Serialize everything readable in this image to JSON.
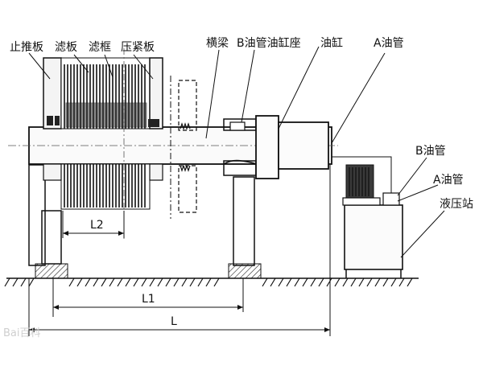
{
  "labels": {
    "stop_plate": "止推板",
    "filter_plate": "滤板",
    "filter_frame": "滤框",
    "press_plate": "压紧板",
    "crossbeam": "横梁",
    "b_pipe_cylinder_seat": "B油管油缸座",
    "cylinder": "油缸",
    "a_pipe_top": "A油管",
    "b_pipe_right": "B油管",
    "a_pipe_right": "A油管",
    "hydraulic_station": "液压站"
  },
  "dimensions": {
    "l2": "L2",
    "l1": "L1",
    "l": "L"
  },
  "watermark": "Bai百科"
}
